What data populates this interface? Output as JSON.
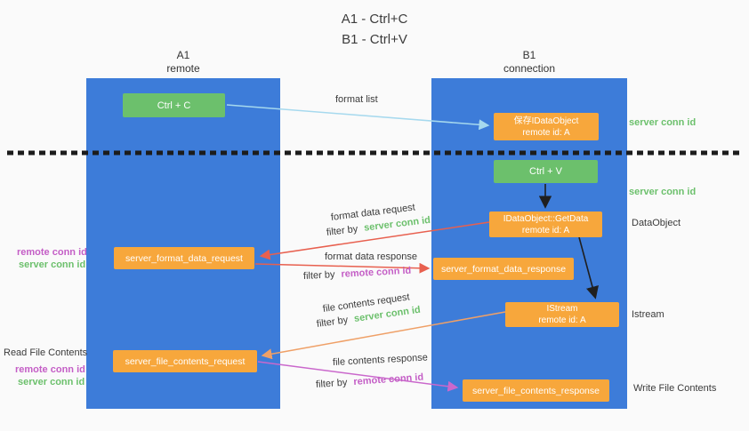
{
  "title": {
    "line1": "A1 - Ctrl+C",
    "line2": "B1 - Ctrl+V"
  },
  "lanes": {
    "a": {
      "title": "A1",
      "subtitle": "remote"
    },
    "b": {
      "title": "B1",
      "subtitle": "connection"
    }
  },
  "boxes": {
    "ctrl_c": {
      "label": "Ctrl + C"
    },
    "ctrl_v": {
      "label": "Ctrl + V"
    },
    "save_idataobject": {
      "line1": "保存IDataObject",
      "line2": "remote id: A"
    },
    "getdata": {
      "line1": "IDataObject::GetData",
      "line2": "remote id: A"
    },
    "istream": {
      "line1": "IStream",
      "line2": "remote id: A"
    },
    "server_format_data_request": {
      "label": "server_format_data_request"
    },
    "server_format_data_response": {
      "label": "server_format_data_response"
    },
    "server_file_contents_request": {
      "label": "server_file_contents_request"
    },
    "server_file_contents_response": {
      "label": "server_file_contents_response"
    }
  },
  "side_labels": {
    "right_server_conn_id_top": "server conn id",
    "right_server_conn_id_mid": "server conn id",
    "right_dataobject": "DataObject",
    "right_istream": "Istream",
    "right_write_file_contents": "Write File Contents",
    "left_remote_conn_id_top": "remote conn id",
    "left_server_conn_id_top": "server conn id",
    "left_read_file_contents": "Read File Contents",
    "left_remote_conn_id_bottom": "remote conn id",
    "left_server_conn_id_bottom": "server conn id"
  },
  "arrow_labels": {
    "format_list": "format list",
    "format_data_request": "format data request",
    "format_data_response": "format data response",
    "file_contents_request": "file contents request",
    "file_contents_response": "file contents response",
    "filter_by": "filter by",
    "server_conn_id": "server conn id",
    "remote_conn_id": "remote conn id"
  },
  "colors": {
    "lane_blue": "#3d7cd9",
    "box_green": "#6cc06c",
    "box_orange": "#f7a73c",
    "text_green": "#6cc06c",
    "text_magenta": "#c45ec6",
    "arrow_red": "#e8604f",
    "arrow_orange": "#efa067",
    "arrow_magenta": "#ca68cc",
    "arrow_lightblue": "#a6d9ee",
    "arrow_black": "#1f1f1f",
    "separator_black": "#1c1c1c"
  }
}
